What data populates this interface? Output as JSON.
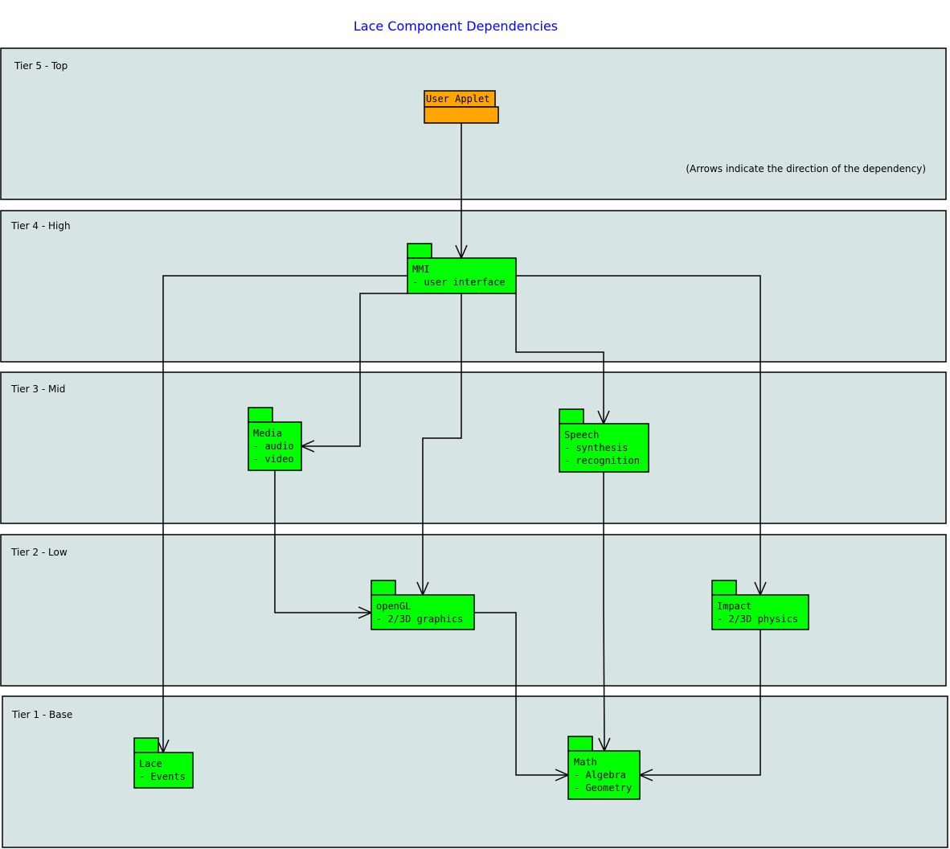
{
  "title": "Lace Component Dependencies",
  "note": "(Arrows indicate the direction of the dependency)",
  "colors": {
    "tier_fill": "#d7e4e4",
    "package_green": "#00ff00",
    "package_orange": "#ffa500",
    "title": "#0000ff"
  },
  "tiers": [
    {
      "label": "Tier 5 - Top"
    },
    {
      "label": "Tier 4 - High"
    },
    {
      "label": "Tier 3 - Mid"
    },
    {
      "label": "Tier 2 - Low"
    },
    {
      "label": "Tier 1 - Base"
    }
  ],
  "packages": {
    "user_applet": {
      "lines": [
        "User Applet"
      ]
    },
    "mmi": {
      "lines": [
        "MMI",
        "- user interface"
      ]
    },
    "media": {
      "lines": [
        "Media",
        "- audio",
        "- video"
      ]
    },
    "speech": {
      "lines": [
        "Speech",
        "- synthesis",
        "- recognition"
      ]
    },
    "opengl": {
      "lines": [
        "openGL",
        "- 2/3D graphics"
      ]
    },
    "impact": {
      "lines": [
        "Impact",
        "- 2/3D physics"
      ]
    },
    "lace": {
      "lines": [
        "Lace",
        "- Events"
      ]
    },
    "math": {
      "lines": [
        "Math",
        "- Algebra",
        "- Geometry"
      ]
    }
  },
  "dependencies": [
    {
      "from": "User Applet",
      "to": "MMI"
    },
    {
      "from": "MMI",
      "to": "Lace"
    },
    {
      "from": "MMI",
      "to": "Media"
    },
    {
      "from": "MMI",
      "to": "openGL"
    },
    {
      "from": "MMI",
      "to": "Speech"
    },
    {
      "from": "MMI",
      "to": "Impact"
    },
    {
      "from": "Media",
      "to": "openGL"
    },
    {
      "from": "Speech",
      "to": "Math"
    },
    {
      "from": "openGL",
      "to": "Math"
    },
    {
      "from": "Impact",
      "to": "Math"
    }
  ]
}
